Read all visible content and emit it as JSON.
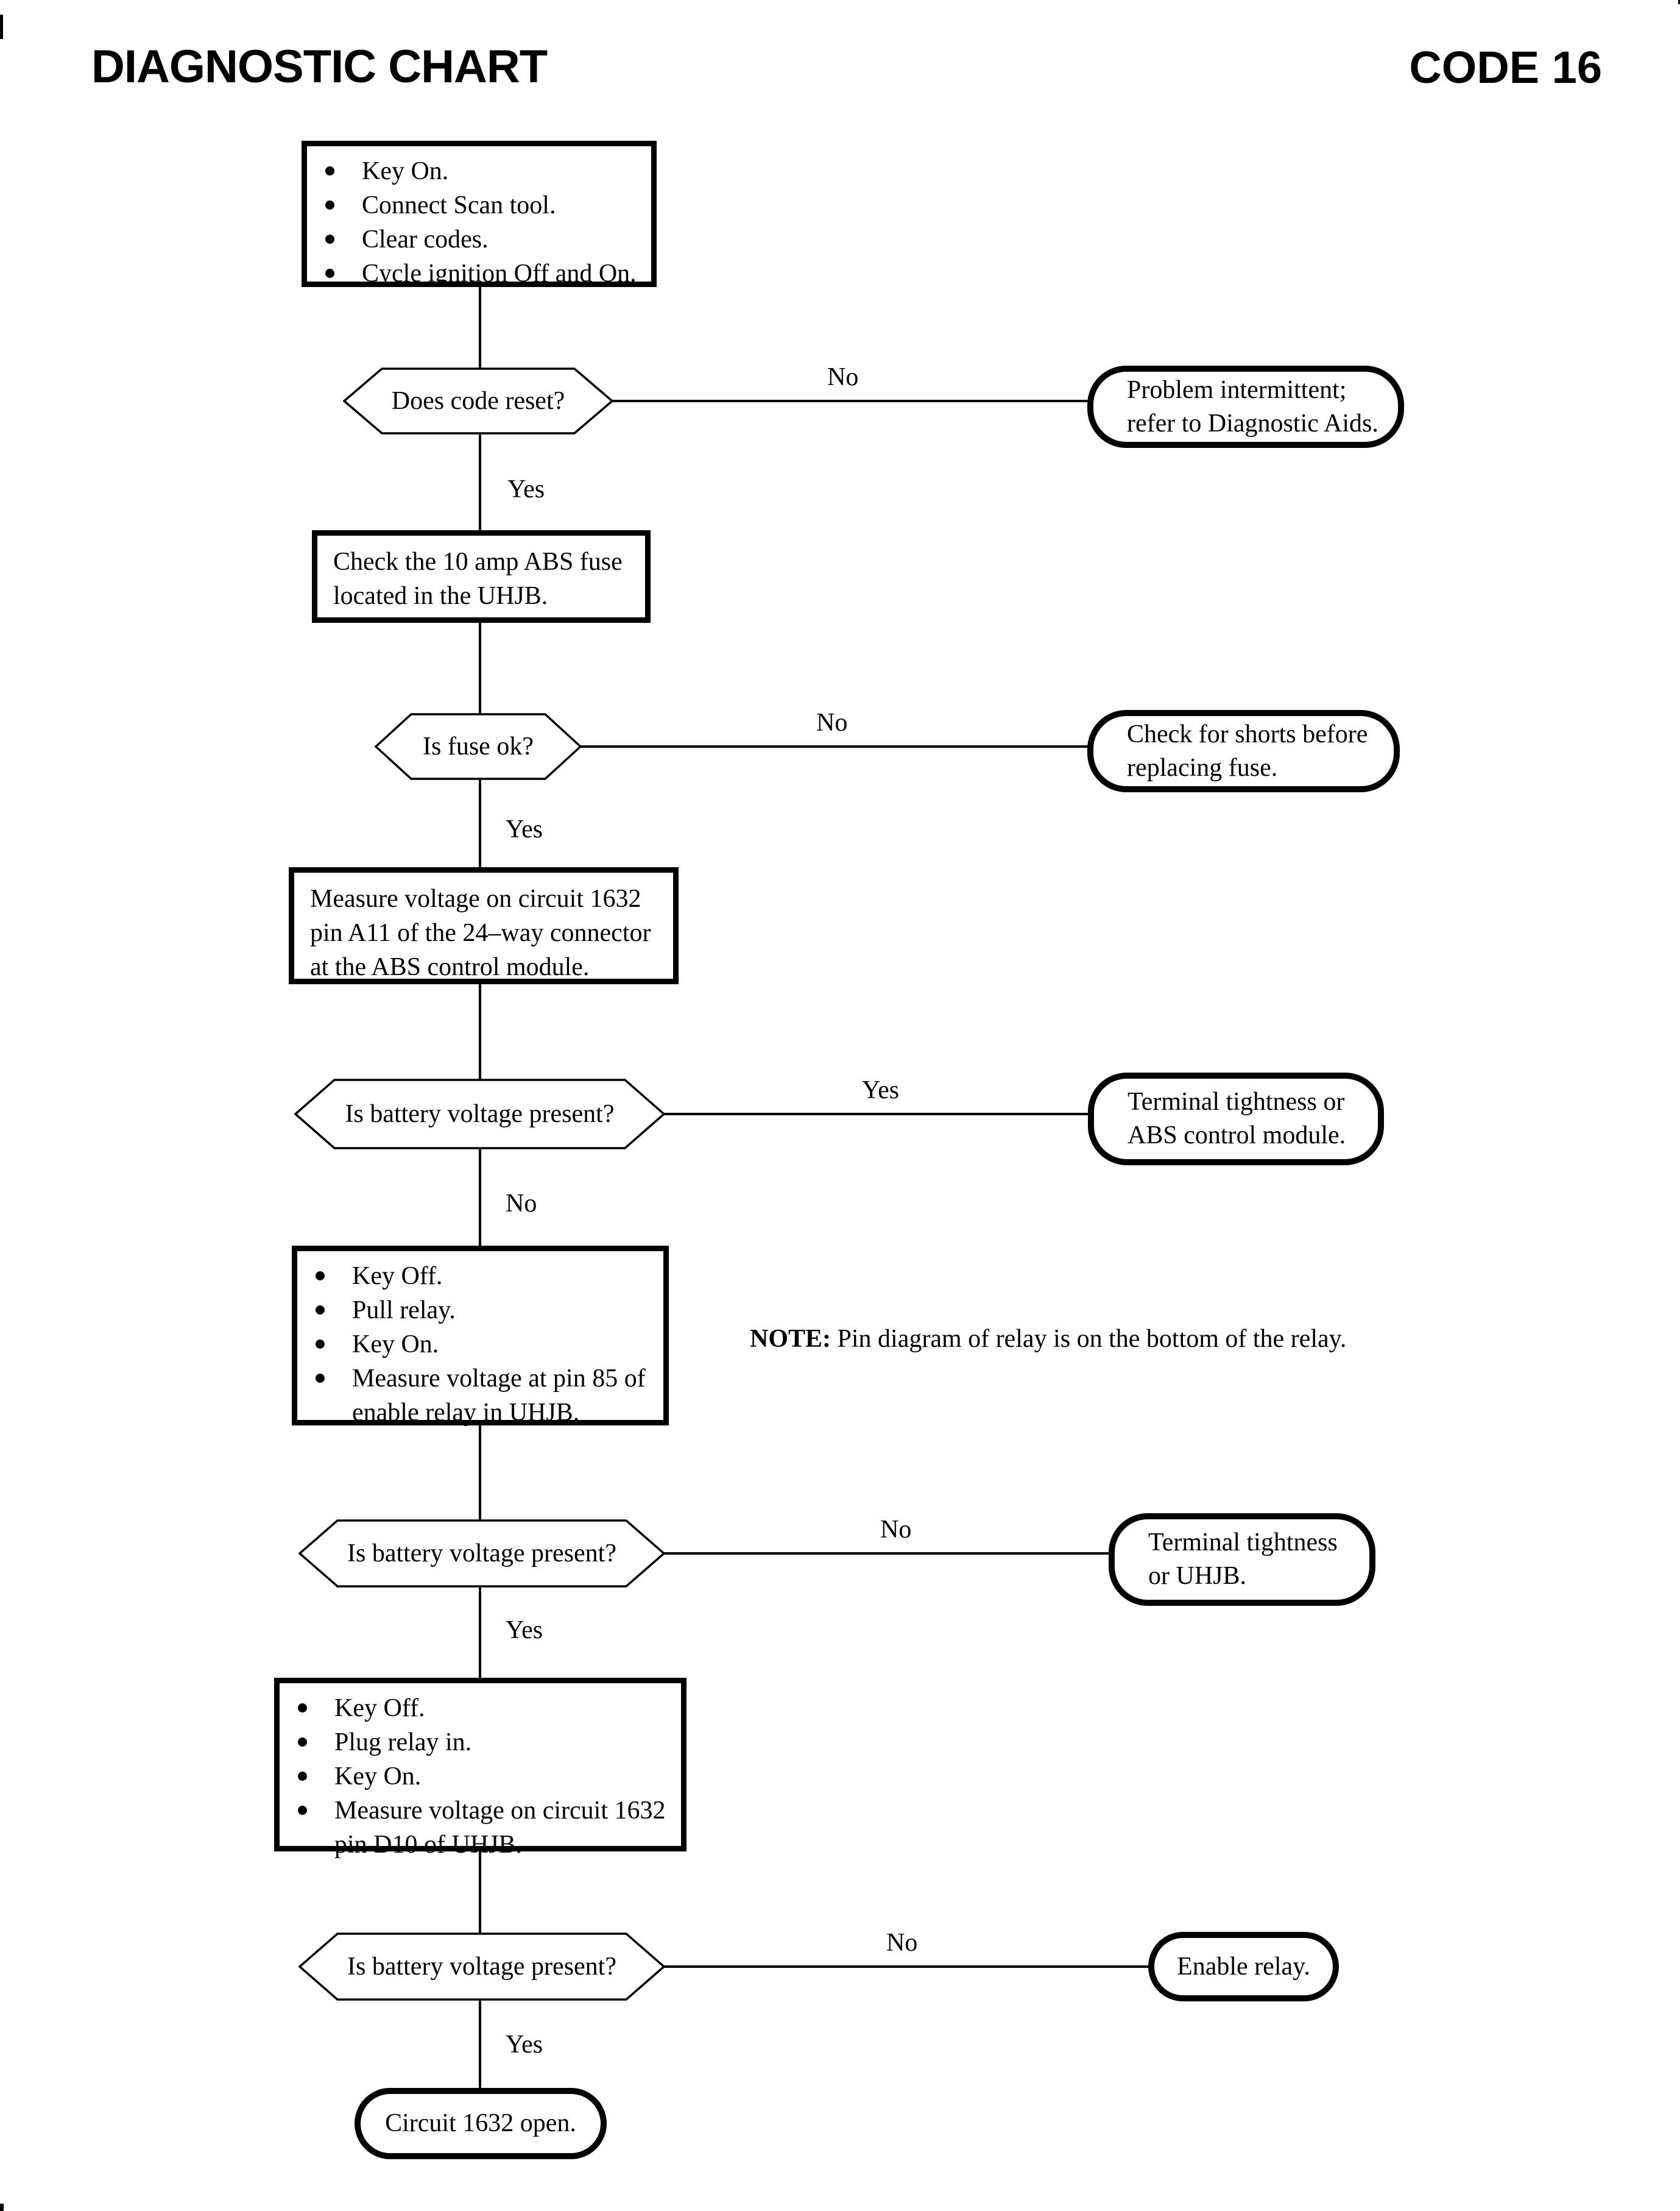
{
  "header": {
    "title": "DIAGNOSTIC CHART",
    "code": "CODE 16"
  },
  "labels": {
    "yes": "Yes",
    "no": "No"
  },
  "nodes": {
    "start_box": {
      "bullets": [
        "Key On.",
        "Connect Scan tool.",
        "Clear codes.",
        "Cycle ignition Off and On."
      ]
    },
    "q_code_reset": {
      "label": "Does code reset?"
    },
    "t_intermittent": {
      "lines": [
        "Problem intermittent;",
        "refer to Diagnostic Aids."
      ]
    },
    "box_check_fuse": {
      "lines": [
        "Check the 10 amp ABS fuse",
        "located in the UHJB."
      ]
    },
    "q_fuse_ok": {
      "label": "Is fuse ok?"
    },
    "t_shorts": {
      "lines": [
        "Check for shorts before",
        "replacing fuse."
      ]
    },
    "box_measure_a11": {
      "lines": [
        "Measure voltage on circuit 1632",
        "pin A11 of the 24–way connector",
        "at the ABS control module."
      ]
    },
    "q_batt_1": {
      "label": "Is battery voltage present?"
    },
    "t_terminal_abs": {
      "lines": [
        "Terminal tightness or",
        "ABS control module."
      ]
    },
    "box_pull_relay": {
      "bullets": [
        "Key Off.",
        "Pull relay.",
        "Key On."
      ],
      "bullet4": [
        "Measure voltage at pin 85 of",
        "enable relay in UHJB."
      ]
    },
    "note": {
      "prefix": "NOTE:",
      "text": "  Pin diagram of relay is on the bottom of the relay."
    },
    "q_batt_2": {
      "label": "Is battery voltage present?"
    },
    "t_terminal_uhjb": {
      "lines": [
        "Terminal tightness",
        "or UHJB."
      ]
    },
    "box_plug_relay": {
      "bullets": [
        "Key Off.",
        "Plug relay in.",
        "Key On."
      ],
      "bullet4": [
        "Measure voltage on circuit 1632",
        "pin D10 of UHJB."
      ]
    },
    "q_batt_3": {
      "label": "Is battery voltage present?"
    },
    "t_enable_relay": {
      "label": "Enable relay."
    },
    "t_circuit_open": {
      "label": "Circuit 1632 open."
    }
  }
}
